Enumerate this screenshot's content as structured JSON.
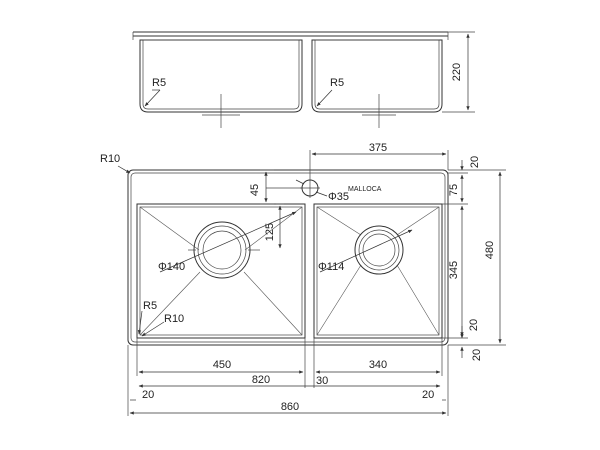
{
  "labels": {
    "side_r5_left": "R5",
    "side_r5_right": "R5",
    "side_height": "220",
    "top_r10": "R10",
    "r5": "R5",
    "r10_inner": "R10",
    "tap_hole_dia": "Φ35",
    "tap_hole_offset": "45",
    "brand": "MALLOCA",
    "right_bowl_width_top": "375",
    "drain_large": "Φ140",
    "drain_small": "Φ114",
    "drain_offset": "125",
    "top_rim": "20",
    "rim_to_bowl": "75",
    "total_depth": "480",
    "right_bowl_depth": "345",
    "bottom_rim_inner": "20",
    "bottom_rim_outer": "20",
    "left_bowl_width": "450",
    "right_bowl_width": "340",
    "bowls_total": "820",
    "divider": "30",
    "left_rim": "20",
    "right_rim": "20",
    "total_width": "860"
  }
}
